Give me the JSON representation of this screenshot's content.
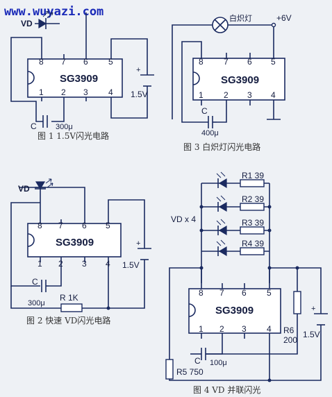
{
  "watermark": "www.wuyazi.com",
  "chip_label": "SG3909",
  "pins": {
    "p1": "1",
    "p2": "2",
    "p3": "3",
    "p4": "4",
    "p5": "5",
    "p6": "6",
    "p7": "7",
    "p8": "8"
  },
  "fig1": {
    "caption": "图 1  1.5V闪光电路",
    "led": "VD",
    "cap_letter": "C",
    "cap_value": "300μ",
    "battery": "1.5V"
  },
  "fig2": {
    "caption": "图 2  快速 VD闪光电路",
    "led": "VD",
    "cap_letter": "C",
    "cap_value": "300μ",
    "resistor": "R  1K",
    "battery": "1.5V"
  },
  "fig3": {
    "caption": "图 3  白炽灯闪光电路",
    "lamp": "白炽灯",
    "supply": "+6V",
    "cap_letter": "C",
    "cap_value": "400μ"
  },
  "fig4": {
    "caption": "图 4  VD 并联闪光",
    "vd_count": "VD x 4",
    "r1": "R1  39",
    "r2": "R2  39",
    "r3": "R3  39",
    "r4": "R4  39",
    "cap_letter": "C",
    "cap_value": "100μ",
    "r5": "R5  750",
    "r6": "R6",
    "r6_value": "200",
    "battery": "1.5V"
  }
}
